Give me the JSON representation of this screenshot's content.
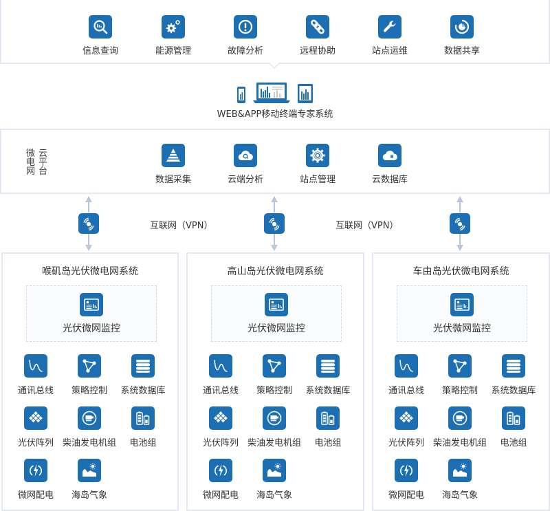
{
  "top_services": [
    {
      "label": "信息查询",
      "icon": "search-chart-icon"
    },
    {
      "label": "能源管理",
      "icon": "gears-icon"
    },
    {
      "label": "故障分析",
      "icon": "alert-icon"
    },
    {
      "label": "远程协助",
      "icon": "link-icon"
    },
    {
      "label": "站点运维",
      "icon": "wrench-icon"
    },
    {
      "label": "数据共享",
      "icon": "share-chart-icon"
    }
  ],
  "web_app": {
    "label": "WEB&APP移动终端专家系统",
    "devices": [
      "phone-icon",
      "laptop-icon",
      "tablet-icon"
    ]
  },
  "cloud_platform": {
    "title_chars": [
      "微",
      "电",
      "网",
      "云",
      "平",
      "台"
    ],
    "title": "微电网云平台",
    "services": [
      {
        "label": "数据采集",
        "icon": "pyramid-icon"
      },
      {
        "label": "云端分析",
        "icon": "cloud-search-icon"
      },
      {
        "label": "站点管理",
        "icon": "gear-icon"
      },
      {
        "label": "云数据库",
        "icon": "cloud-database-icon"
      }
    ]
  },
  "network": {
    "links": [
      {
        "label": "互联网（VPN）"
      },
      {
        "label": "互联网（VPN）"
      }
    ],
    "node_icon": "signal-icon"
  },
  "islands": [
    {
      "title": "喉矶岛光伏微电网系统",
      "monitor_label": "光伏微网监控",
      "modules": [
        {
          "label": "通讯总线",
          "icon": "wave-icon"
        },
        {
          "label": "策略控制",
          "icon": "triangle-nodes-icon"
        },
        {
          "label": "系统数据库",
          "icon": "database-icon"
        },
        {
          "label": "光伏阵列",
          "icon": "solar-panel-icon"
        },
        {
          "label": "柴油发电机组",
          "icon": "generator-icon"
        },
        {
          "label": "电池组",
          "icon": "battery-icon"
        },
        {
          "label": "微网配电",
          "icon": "lightning-icon"
        },
        {
          "label": "海岛气象",
          "icon": "weather-icon"
        }
      ]
    },
    {
      "title": "高山岛光伏微电网系统",
      "monitor_label": "光伏微网监控",
      "modules": [
        {
          "label": "通讯总线",
          "icon": "wave-icon"
        },
        {
          "label": "策略控制",
          "icon": "triangle-nodes-icon"
        },
        {
          "label": "系统数据库",
          "icon": "database-icon"
        },
        {
          "label": "光伏阵列",
          "icon": "solar-panel-icon"
        },
        {
          "label": "柴油发电机组",
          "icon": "generator-icon"
        },
        {
          "label": "电池组",
          "icon": "battery-icon"
        },
        {
          "label": "微网配电",
          "icon": "lightning-icon"
        },
        {
          "label": "海岛气象",
          "icon": "weather-icon"
        }
      ]
    },
    {
      "title": "车由岛光伏微电网系统",
      "monitor_label": "光伏微网监控",
      "modules": [
        {
          "label": "通讯总线",
          "icon": "wave-icon"
        },
        {
          "label": "策略控制",
          "icon": "triangle-nodes-icon"
        },
        {
          "label": "系统数据库",
          "icon": "database-icon"
        },
        {
          "label": "光伏阵列",
          "icon": "solar-panel-icon"
        },
        {
          "label": "柴油发电机组",
          "icon": "generator-icon"
        },
        {
          "label": "电池组",
          "icon": "battery-icon"
        },
        {
          "label": "微网配电",
          "icon": "lightning-icon"
        },
        {
          "label": "海岛气象",
          "icon": "weather-icon"
        }
      ]
    }
  ],
  "colors": {
    "icon_blue": "#1d6fb3",
    "border": "#e3e8f2",
    "connector": "#b8c6dc",
    "text": "#333333"
  }
}
